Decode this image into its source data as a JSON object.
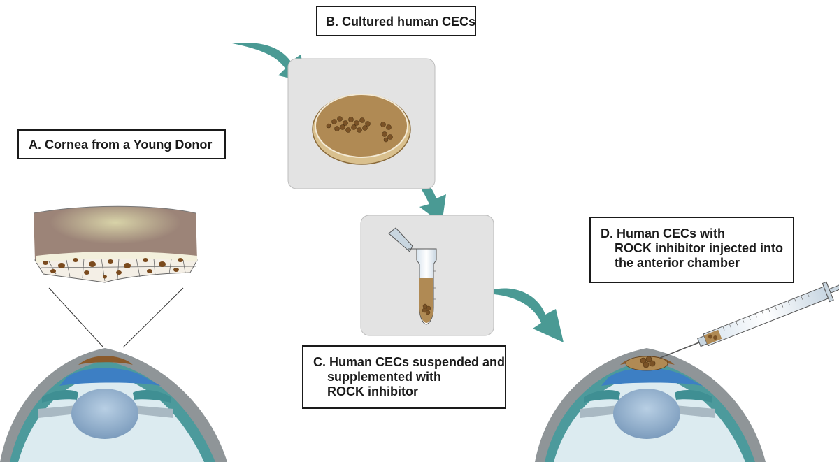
{
  "labels": {
    "a": "A.  Cornea from a Young Donor",
    "b": "B. Cultured human CECs",
    "c": [
      "C. Human CECs suspended and",
      "supplemented with",
      "ROCK inhibitor"
    ],
    "d": [
      "D. Human CECs with",
      "ROCK inhibitor injected into",
      "the anterior chamber"
    ]
  },
  "colors": {
    "arrow": "#4a9a94",
    "panel": "#e3e3e3",
    "culture_medium": "#b08a54",
    "cells": "#7a5226",
    "sclera": "#8f9598",
    "aqueous": "#dcebf0",
    "iris": "#3f8f93",
    "cornea_blue": "#3d7fc4",
    "stroma": "#9c8478"
  }
}
